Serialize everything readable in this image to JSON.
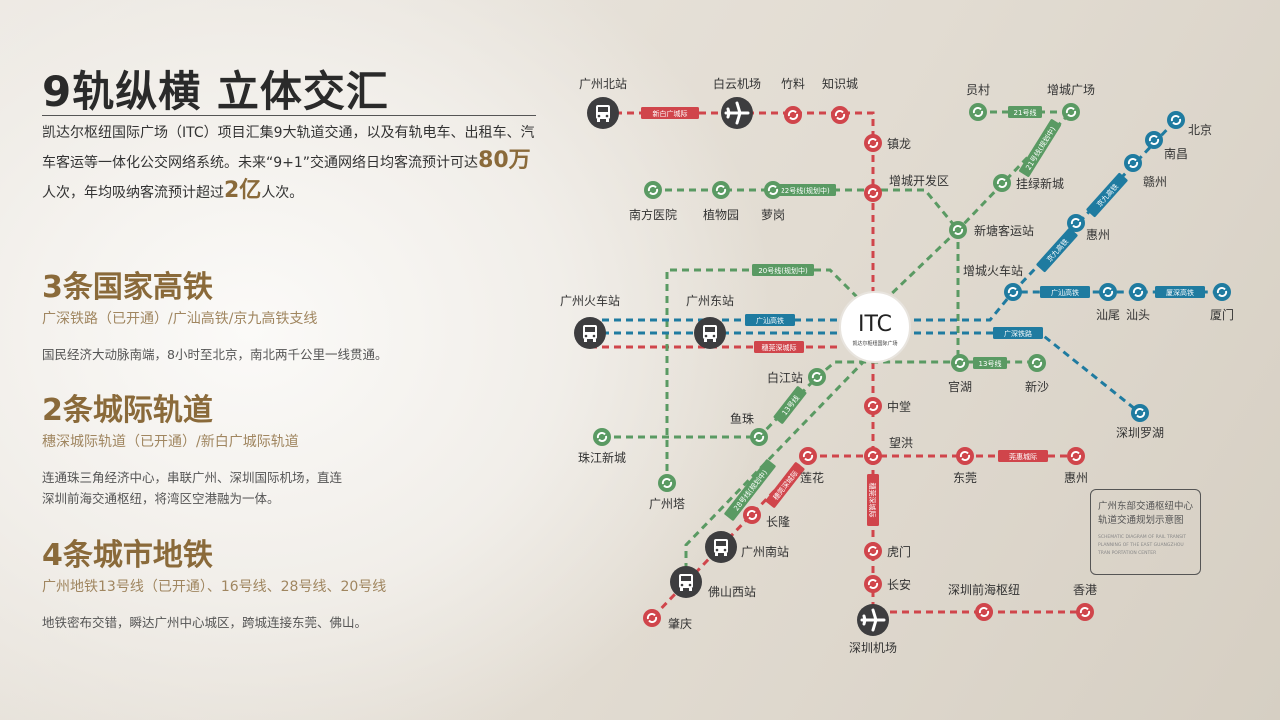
{
  "title": "9轨纵横 立体交汇",
  "intro": {
    "p1": "凯达尔枢纽国际广场（ITC）项目汇集9大轨道交通，以及有轨电车、出租车、汽车客运等一体化公交网络系统。未来“9+1”交通网络日均客流预计可达",
    "n1": "80万",
    "p2": "人次，年均吸纳客流预计超过",
    "n2": "2亿",
    "p3": "人次。"
  },
  "sections": [
    {
      "title": "3条国家高铁",
      "sub": "广深铁路（已开通）/广汕高铁/京九高铁支线",
      "desc": "国民经济大动脉南端，8小时至北京，南北两千公里一线贯通。"
    },
    {
      "title": "2条城际轨道",
      "sub": "穗深城际轨道（已开通）/新白广城际轨道",
      "desc": "连通珠三角经济中心，串联广州、深圳国际机场，直连深圳前海交通枢纽，将湾区空港融为一体。"
    },
    {
      "title": "4条城市地铁",
      "sub": "广州地铁13号线（已开通）、16号线、28号线、20号线",
      "desc": "地铁密布交错，瞬达广州中心城区，跨城连接东莞、佛山。"
    }
  ],
  "colors": {
    "red": "#d0454b",
    "green": "#5a9a63",
    "blue": "#1f7ba0",
    "dark": "#3d3d3f",
    "gold": "#8a6a3a"
  },
  "stations": {
    "gzbei": "广州北站",
    "baiyun": "白云机场",
    "zhuliao": "竹料",
    "zhishi": "知识城",
    "zhenlong": "镇龙",
    "zckf": "增城开发区",
    "nfyy": "南方医院",
    "zwy": "植物园",
    "luogang": "萝岗",
    "yuancun": "员村",
    "zcgc": "增城广场",
    "glxc": "挂绿新城",
    "xtky": "新塘客运站",
    "beijing": "北京",
    "nanchang": "南昌",
    "ganzhou": "赣州",
    "huizhou1": "惠州",
    "zchcz": "增城火车站",
    "shanwei": "汕尾",
    "shantou": "汕头",
    "xiamen": "厦门",
    "gzhcz": "广州火车站",
    "gzdz": "广州东站",
    "szlh": "深圳罗湖",
    "guanhu": "官湖",
    "xinsha": "新沙",
    "baijiang": "白江站",
    "yuzhu": "鱼珠",
    "zjxc": "珠江新城",
    "gzt": "广州塔",
    "zhongtang": "中堂",
    "wanghong": "望洪",
    "lianhua": "莲花",
    "dongguan": "东莞",
    "huizhou2": "惠州",
    "changlong": "长隆",
    "gznz": "广州南站",
    "fsxz": "佛山西站",
    "zhaoqing": "肇庆",
    "humen": "虎门",
    "changan": "长安",
    "szjc": "深圳机场",
    "szqh": "深圳前海枢纽",
    "hk": "香港"
  },
  "line_labels": [
    "新白广城际",
    "22号线(规划中)",
    "20号线(规划中)",
    "21号线",
    "21号线(规划中)",
    "广汕高铁",
    "穗莞深城际",
    "广深铁路",
    "京九高铁",
    "京九高铁",
    "广汕高铁",
    "厦深高铁",
    "13号线",
    "13号线",
    "28号线(规划中)",
    "穗莞深城际",
    "穗莞深城际",
    "莞惠城际"
  ],
  "hub": {
    "logo": "ITC",
    "name": "凯达尔枢纽国际广场"
  },
  "legend": {
    "title": "广州东部交通枢纽中心轨道交通规划示意图",
    "english": "SCHEMATIC DIAGRAM OF RAIL TRANSIT PLANNING OF THE EAST GUANGZHOU TRAN PORTATION CENTER"
  }
}
